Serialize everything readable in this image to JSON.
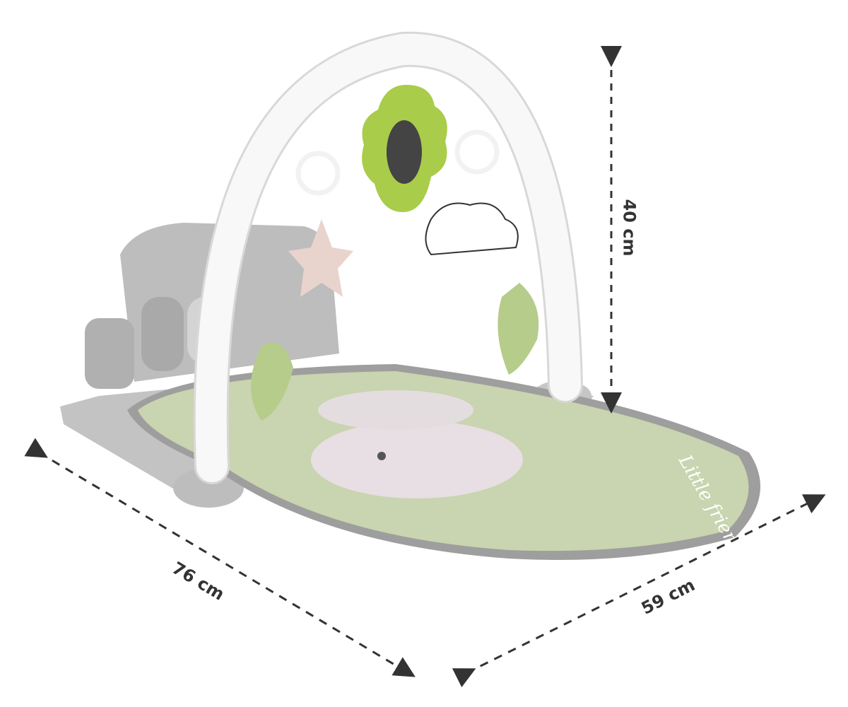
{
  "product": {
    "name_on_mat": "Little friend",
    "colors": {
      "mat": "#c9d4b0",
      "accent_green": "#a9cc4a",
      "plastic_gray": "#b9b9b9",
      "arch": "#f7f7f7"
    }
  },
  "dimensions": {
    "height": "40 cm",
    "width": "76 cm",
    "depth": "59 cm"
  }
}
